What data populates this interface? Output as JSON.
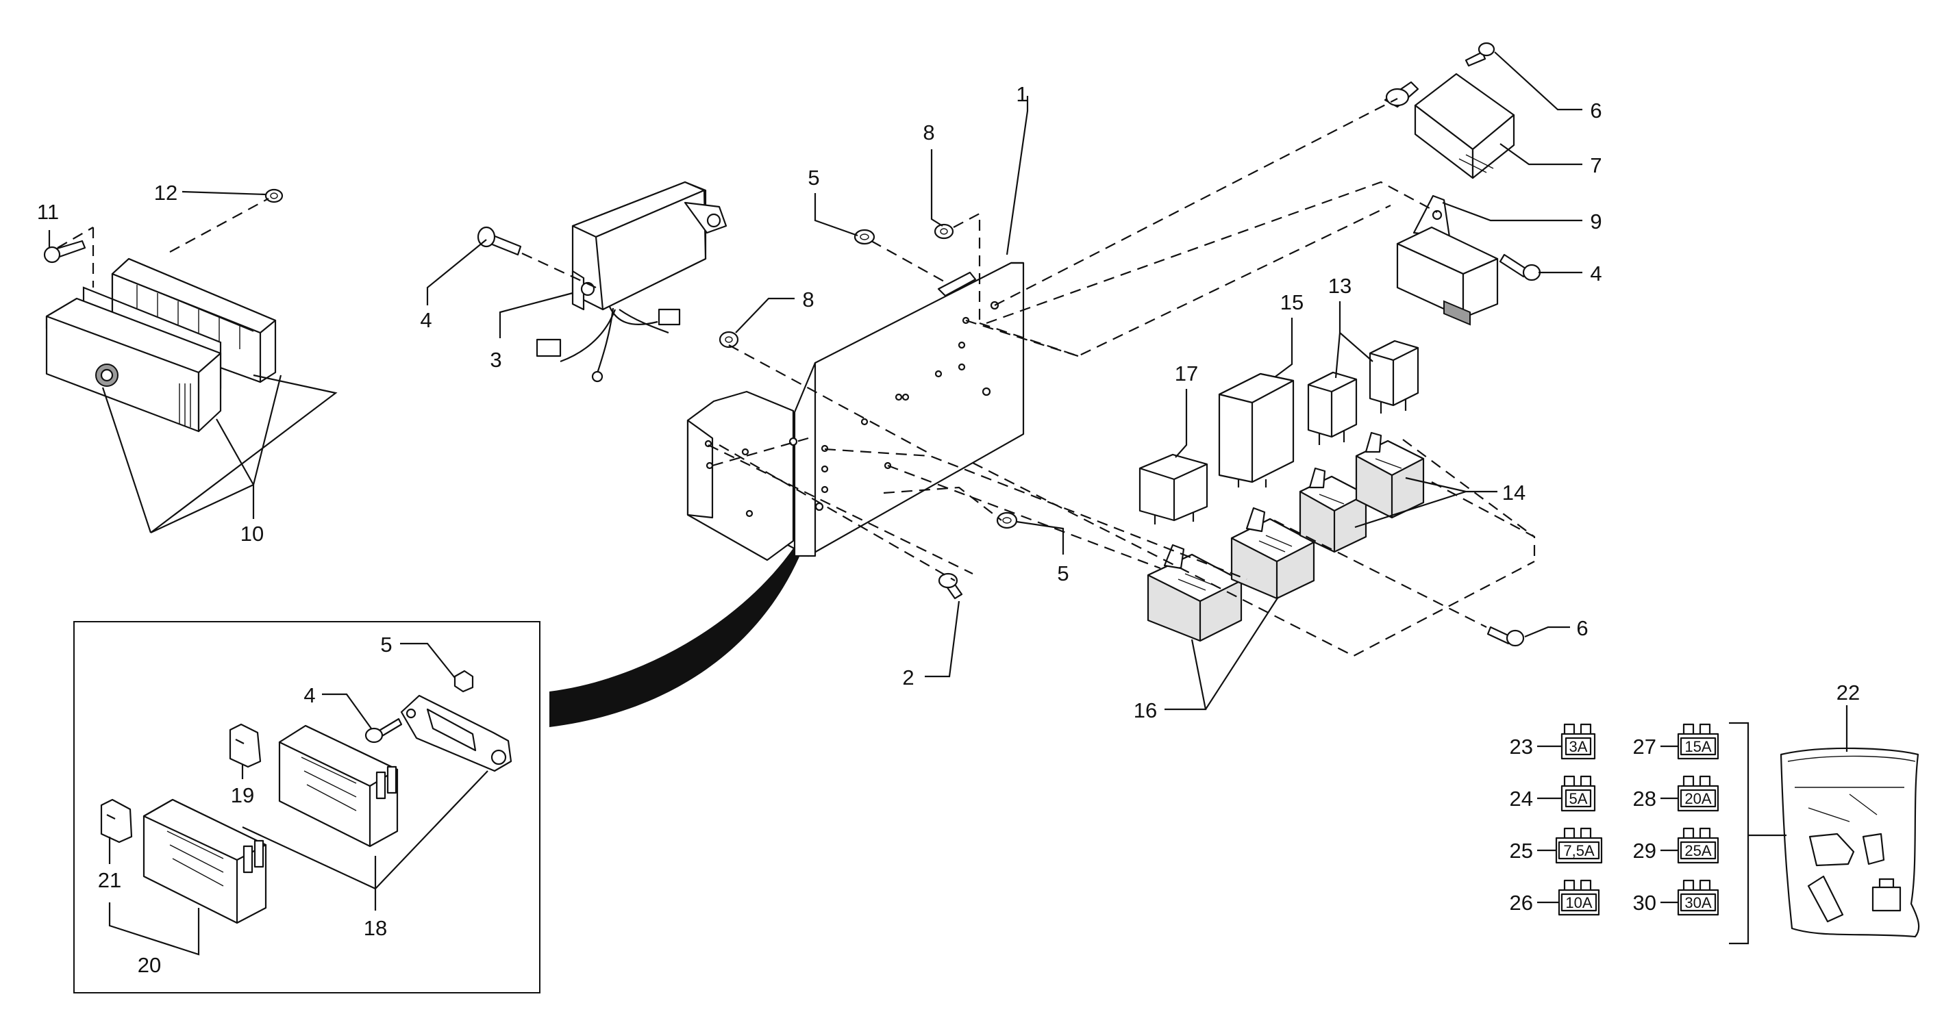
{
  "callouts": {
    "c1": "1",
    "c2": "2",
    "c3": "3",
    "c4a": "4",
    "c4b": "4",
    "c4c": "4",
    "c5a": "5",
    "c5b": "5",
    "c5c": "5",
    "c6a": "6",
    "c6b": "6",
    "c7": "7",
    "c8a": "8",
    "c8b": "8",
    "c9": "9",
    "c10": "10",
    "c11": "11",
    "c12": "12",
    "c13": "13",
    "c14": "14",
    "c15": "15",
    "c16": "16",
    "c17": "17",
    "c18": "18",
    "c19": "19",
    "c20": "20",
    "c21": "21",
    "c22": "22"
  },
  "fuse_refs": {
    "r23": "23",
    "r24": "24",
    "r25": "25",
    "r26": "26",
    "r27": "27",
    "r28": "28",
    "r29": "29",
    "r30": "30"
  },
  "fuse_ratings": {
    "f23": "3A",
    "f24": "5A",
    "f25": "7,5A",
    "f26": "10A",
    "f27": "15A",
    "f28": "20A",
    "f29": "25A",
    "f30": "30A"
  },
  "colors": {
    "line": "#111111",
    "part_fill": "#ffffff",
    "part_shade": "#e2e2e2",
    "dark_fill": "#111111"
  }
}
